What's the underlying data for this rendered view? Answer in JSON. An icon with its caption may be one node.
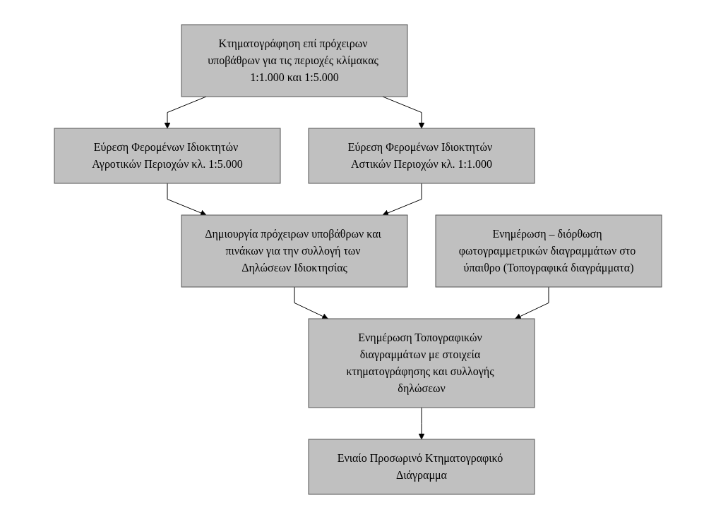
{
  "diagram": {
    "nodes": [
      {
        "text": [
          "Κτηματογράφηση επί πρόχειρων υποβάθρων για τις περιοχές κλίμακας 1:1.000 και 1:5.000"
        ]
      },
      {
        "text": [
          "Εύρεση Φερομένων Ιδιοκτητών Αγροτικών Περιοχών κλ. 1:5.000"
        ]
      },
      {
        "text": [
          "Εύρεση Φερομένων Ιδιοκτητών Αστικών Περιοχών κλ. 1:1.000"
        ]
      },
      {
        "text": [
          "Ενημέρωση – διόρθωση φωτογραμμετρικών διαγραμμάτων στο ύπαιθρο (Τοπογραφικά διαγράμματα)"
        ]
      },
      {
        "text": [
          "Δημιουργία πρόχειρων υποβάθρων και πινάκων για την συλλογή των Δηλώσεων Ιδιοκτησίας"
        ]
      },
      {
        "text": [
          "Ενημέρωση Τοπογραφικών διαγραμμάτων με στοιχεία κτηματογράφησης και συλλογής δηλώσεων"
        ]
      },
      {
        "text": [
          "Ενιαίο Προσωρινό Κτηματογραφικό Διάγραμμα"
        ]
      }
    ],
    "edges": [
      {
        "from": 0,
        "to": 1,
        "arrow": "to"
      },
      {
        "from": 0,
        "to": 2,
        "arrow": "to"
      },
      {
        "from": 1,
        "to": 4,
        "arrow": "to"
      },
      {
        "from": 2,
        "to": 4,
        "arrow": "to"
      },
      {
        "from": 4,
        "to": 5,
        "arrow": "to"
      },
      {
        "from": 3,
        "to": 5,
        "arrow": "to"
      },
      {
        "from": 5,
        "to": 6,
        "arrow": "to"
      }
    ]
  }
}
